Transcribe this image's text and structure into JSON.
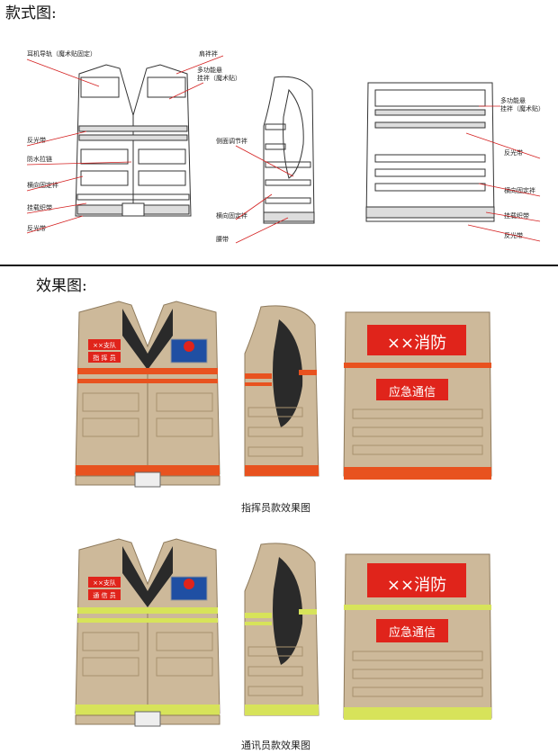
{
  "sections": {
    "design_title": "款式图:",
    "effect_title": "效果图:"
  },
  "callouts": {
    "left": [
      "耳机导轨（魔术贴固定）",
      "反光带",
      "防水拉链",
      "横向固定袢",
      "挂载织带",
      "反光带"
    ],
    "top_mid": [
      "肩袢袢",
      "多功能悬",
      "挂袢（魔术贴）"
    ],
    "side": [
      "侧面调节袢",
      "横向固定袢",
      "腰带"
    ],
    "right": [
      "多功能悬",
      "挂袢（魔术贴）",
      "反光带",
      "横向固定袢",
      "挂载织带",
      "反光带"
    ]
  },
  "vests": {
    "commander": {
      "caption": "指挥员款效果图",
      "front_badge_top": "××支队",
      "front_badge_bottom": "指 挥 员",
      "back_title": "××消防",
      "back_subtitle": "应急通信"
    },
    "comms": {
      "caption": "通讯员款效果图",
      "front_badge_top": "××支队",
      "front_badge_bottom": "通 信 员",
      "back_title": "××消防",
      "back_subtitle": "应急通信"
    }
  },
  "colors": {
    "khaki": "#cdb99a",
    "khaki_dark": "#a8916f",
    "red": "#e0241b",
    "orange_stripe": "#e8521f",
    "reflective_yellow": "#d7e35a",
    "grey_stripe": "#c9c9c9"
  }
}
